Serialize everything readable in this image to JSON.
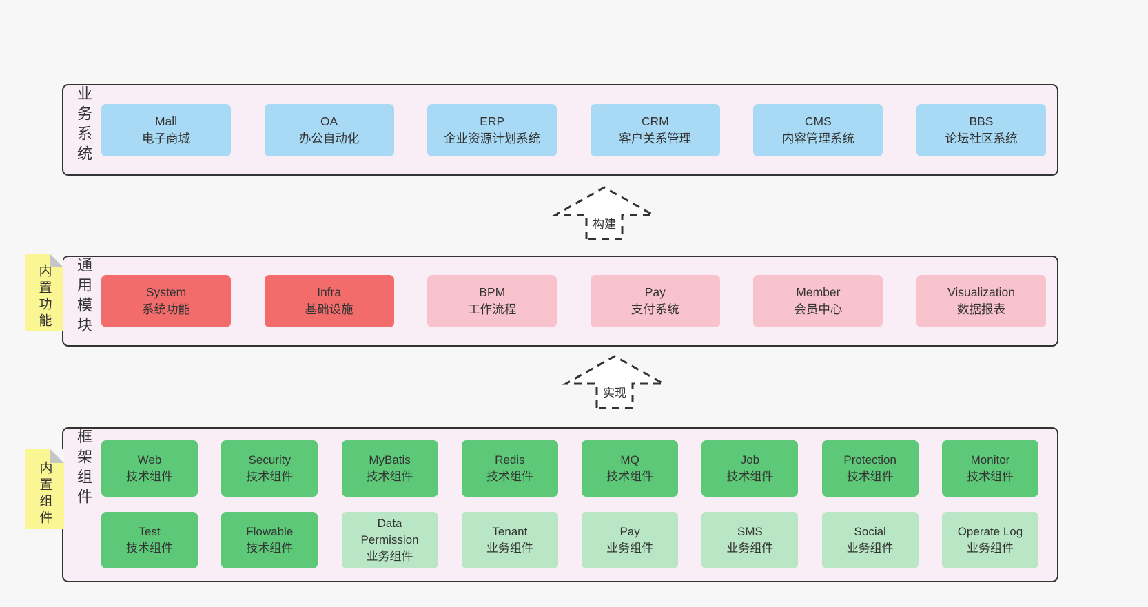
{
  "colors": {
    "page_bg": "#f7f7f7",
    "band_bg": "#f9edf6",
    "band_border": "#333333",
    "blue_box": "#a9daf5",
    "red_box": "#f26c6c",
    "pink_box": "#f9c3ce",
    "green_box": "#5dc878",
    "green_light_box": "#b9e6c4",
    "sticky_yellow": "#fbf694",
    "sticky_fold_gray": "#c6c6c6",
    "text": "#333333",
    "arrow_fill": "#ffffff"
  },
  "arrows": [
    {
      "label": "构建"
    },
    {
      "label": "实现"
    }
  ],
  "bands": [
    {
      "label": "业务系统",
      "rows": [
        [
          {
            "name": "Mall",
            "desc": "电子商城",
            "type": "blue"
          },
          {
            "name": "OA",
            "desc": "办公自动化",
            "type": "blue"
          },
          {
            "name": "ERP",
            "desc": "企业资源计划系统",
            "type": "blue"
          },
          {
            "name": "CRM",
            "desc": "客户关系管理",
            "type": "blue"
          },
          {
            "name": "CMS",
            "desc": "内容管理系统",
            "type": "blue"
          },
          {
            "name": "BBS",
            "desc": "论坛社区系统",
            "type": "blue"
          }
        ]
      ]
    },
    {
      "label": "通用模块",
      "sticky": "内置功能",
      "rows": [
        [
          {
            "name": "System",
            "desc": "系统功能",
            "type": "red"
          },
          {
            "name": "Infra",
            "desc": "基础设施",
            "type": "red"
          },
          {
            "name": "BPM",
            "desc": "工作流程",
            "type": "pink"
          },
          {
            "name": "Pay",
            "desc": "支付系统",
            "type": "pink"
          },
          {
            "name": "Member",
            "desc": "会员中心",
            "type": "pink"
          },
          {
            "name": "Visualization",
            "desc": "数据报表",
            "type": "pink"
          }
        ]
      ]
    },
    {
      "label": "框架组件",
      "sticky": "内置组件",
      "rows": [
        [
          {
            "name": "Web",
            "desc": "技术组件",
            "type": "green"
          },
          {
            "name": "Security",
            "desc": "技术组件",
            "type": "green"
          },
          {
            "name": "MyBatis",
            "desc": "技术组件",
            "type": "green"
          },
          {
            "name": "Redis",
            "desc": "技术组件",
            "type": "green"
          },
          {
            "name": "MQ",
            "desc": "技术组件",
            "type": "green"
          },
          {
            "name": "Job",
            "desc": "技术组件",
            "type": "green"
          },
          {
            "name": "Protection",
            "desc": "技术组件",
            "type": "green"
          },
          {
            "name": "Monitor",
            "desc": "技术组件",
            "type": "green"
          }
        ],
        [
          {
            "name": "Test",
            "desc": "技术组件",
            "type": "green"
          },
          {
            "name": "Flowable",
            "desc": "技术组件",
            "type": "green"
          },
          {
            "name": "Data Permission",
            "desc": "业务组件",
            "type": "green-light"
          },
          {
            "name": "Tenant",
            "desc": "业务组件",
            "type": "green-light"
          },
          {
            "name": "Pay",
            "desc": "业务组件",
            "type": "green-light"
          },
          {
            "name": "SMS",
            "desc": "业务组件",
            "type": "green-light"
          },
          {
            "name": "Social",
            "desc": "业务组件",
            "type": "green-light"
          },
          {
            "name": "Operate Log",
            "desc": "业务组件",
            "type": "green-light"
          }
        ]
      ]
    }
  ]
}
